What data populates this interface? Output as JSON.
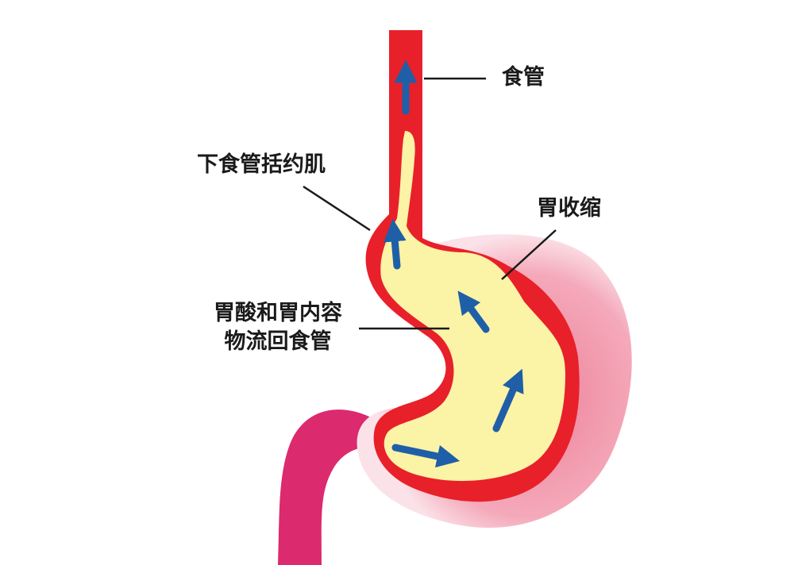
{
  "labels": {
    "esophagus": "食管",
    "lower_esophageal_sphincter": "下食管括约肌",
    "stomach_contraction": "胃收缩",
    "reflux_line1": "胃酸和胃内容",
    "reflux_line2": "物流回食管"
  },
  "colors": {
    "esophagus_red": "#e8202a",
    "stomach_outer_pink": "#ec8fa3",
    "stomach_glow": "#f7c9d4",
    "duodenum_magenta": "#dc2a6e",
    "contents_yellow": "#fbf3a6",
    "arrow_blue": "#1f5fa8",
    "leader_line": "#1a1a1a"
  },
  "icons": {
    "arrows": "blue-flow-arrow-icon"
  }
}
